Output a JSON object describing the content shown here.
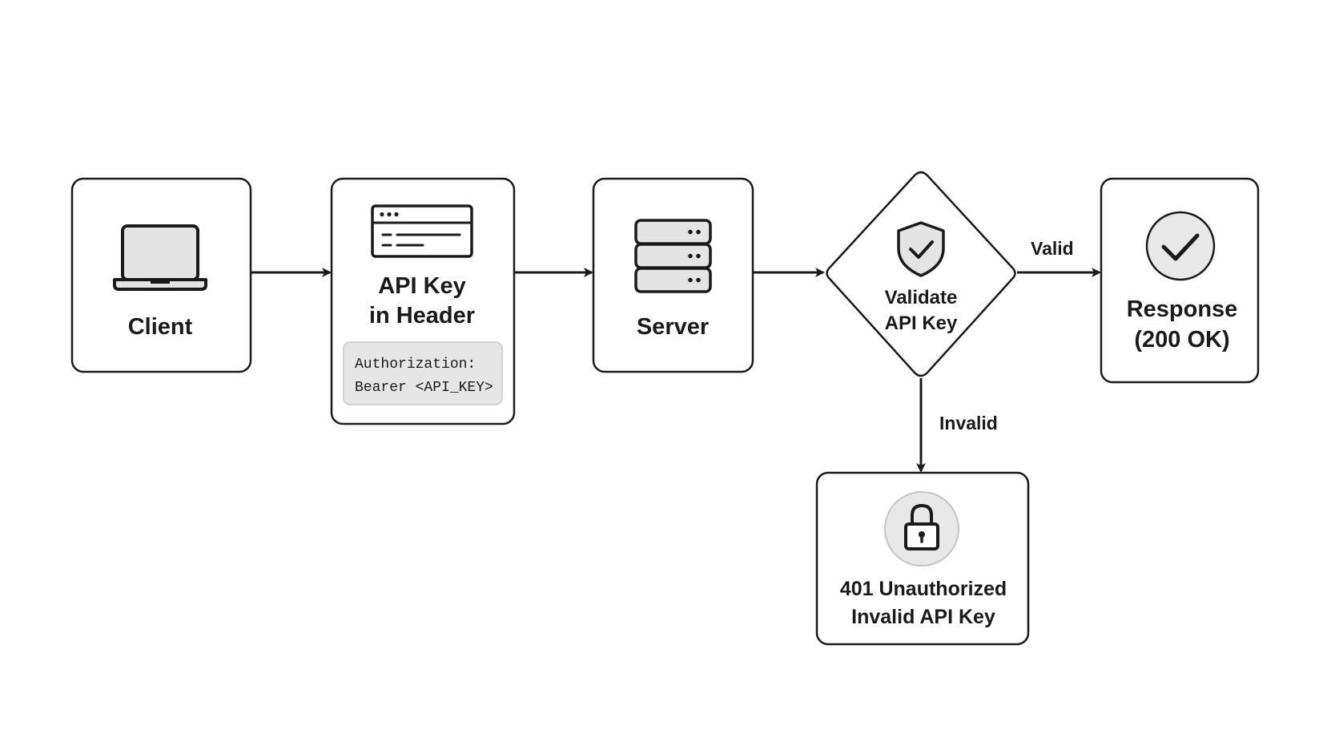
{
  "nodes": {
    "client": {
      "label": "Client",
      "icon": "laptop-icon"
    },
    "api_key_header": {
      "label_line1": "API Key",
      "label_line2": "in Header",
      "icon": "browser-window-icon",
      "code_line1": "Authorization:",
      "code_line2": "Bearer <API_KEY>"
    },
    "server": {
      "label": "Server",
      "icon": "server-rack-icon"
    },
    "validate": {
      "label_line1": "Validate",
      "label_line2": "API Key",
      "icon": "shield-check-icon"
    },
    "response": {
      "label_line1": "Response",
      "label_line2": "(200 OK)",
      "icon": "check-circle-icon"
    },
    "unauthorized": {
      "label_line1": "401 Unauthorized",
      "label_line2": "Invalid API Key",
      "icon": "lock-icon"
    }
  },
  "edges": {
    "valid_label": "Valid",
    "invalid_label": "Invalid"
  },
  "colors": {
    "stroke": "#1a1a1a",
    "code_bg": "#e6e6e6",
    "icon_circle_bg": "#e8e8e8",
    "laptop_screen": "#e4e4e4"
  }
}
